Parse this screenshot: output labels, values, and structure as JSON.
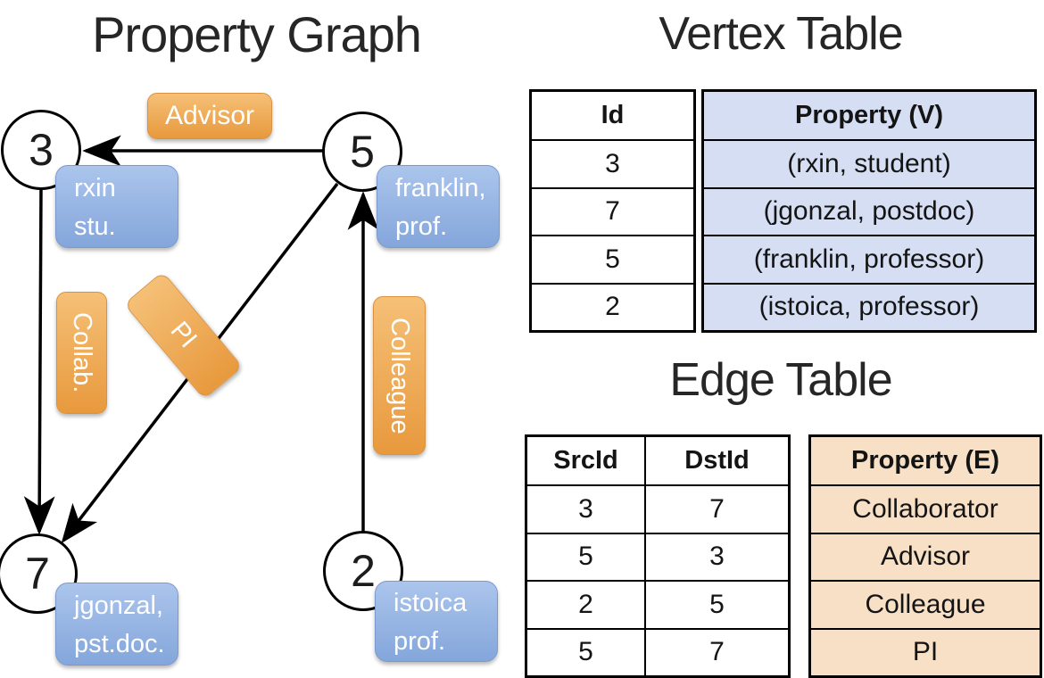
{
  "graph": {
    "title": "Property Graph",
    "nodes": {
      "n3": {
        "id": "3",
        "line1": "rxin",
        "line2": "stu."
      },
      "n5": {
        "id": "5",
        "line1": "franklin,",
        "line2": "prof."
      },
      "n7": {
        "id": "7",
        "line1": "jgonzal,",
        "line2": "pst.doc."
      },
      "n2": {
        "id": "2",
        "line1": "istoica",
        "line2": "prof."
      }
    },
    "edge_labels": {
      "advisor": "Advisor",
      "collab": "Collab.",
      "pi": "PI",
      "colleague": "Colleague"
    }
  },
  "vertex_table": {
    "title": "Vertex Table",
    "columns": {
      "id": "Id",
      "property": "Property (V)"
    },
    "rows": [
      {
        "id": "3",
        "property": "(rxin, student)"
      },
      {
        "id": "7",
        "property": "(jgonzal, postdoc)"
      },
      {
        "id": "5",
        "property": "(franklin, professor)"
      },
      {
        "id": "2",
        "property": "(istoica, professor)"
      }
    ]
  },
  "edge_table": {
    "title": "Edge Table",
    "columns": {
      "src": "SrcId",
      "dst": "DstId",
      "property": "Property (E)"
    },
    "rows": [
      {
        "src": "3",
        "dst": "7",
        "property": "Collaborator"
      },
      {
        "src": "5",
        "dst": "3",
        "property": "Advisor"
      },
      {
        "src": "2",
        "dst": "5",
        "property": "Colleague"
      },
      {
        "src": "5",
        "dst": "7",
        "property": "PI"
      }
    ]
  },
  "colors": {
    "edge_label_fill_top": "#f5c077",
    "edge_label_fill_bottom": "#e8993d",
    "vertex_label_fill_top": "#abc5ec",
    "vertex_label_fill_bottom": "#84a6db",
    "vertex_table_property_fill": "#d5def2",
    "edge_table_property_fill": "#f7e0c5",
    "line_color": "#000000"
  }
}
